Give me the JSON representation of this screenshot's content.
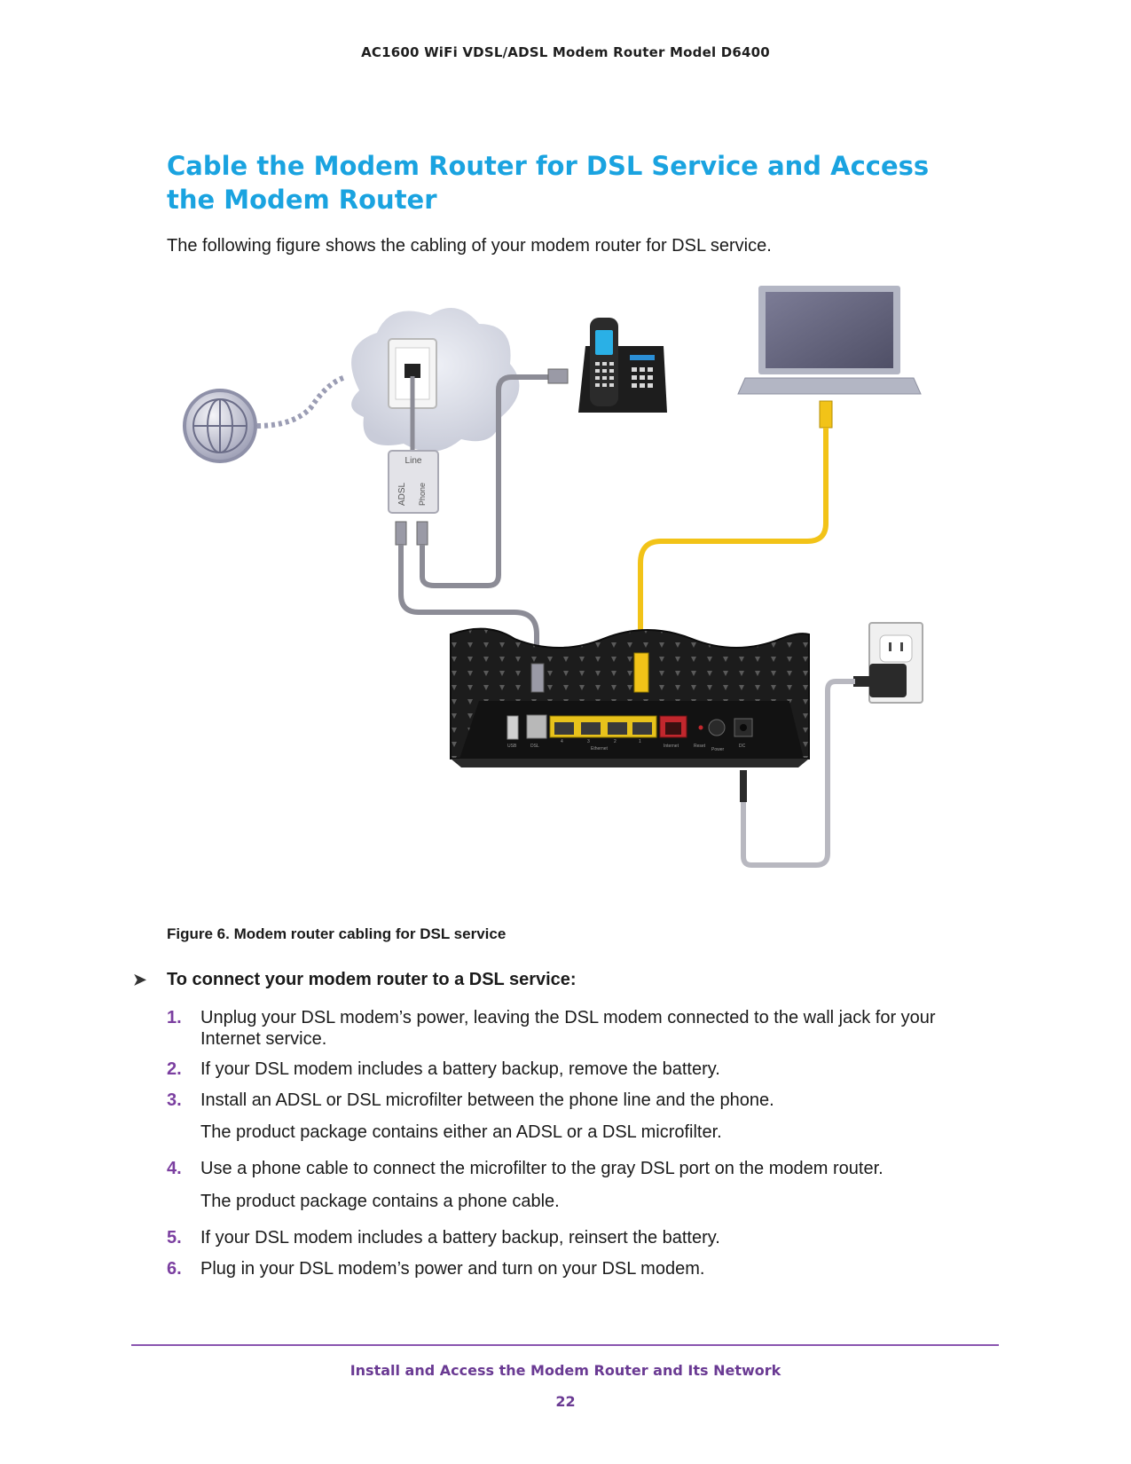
{
  "header": {
    "title": "AC1600 WiFi VDSL/ADSL Modem Router Model D6400"
  },
  "section": {
    "title": "Cable the Modem Router for DSL Service and Access the Modem Router",
    "intro": "The following figure shows the cabling of your modem router for DSL service."
  },
  "figure": {
    "caption": "Figure 6. Modem router cabling for DSL service",
    "labels": {
      "line": "Line",
      "adsl": "ADSL",
      "phone": "Phone",
      "usb": "USB",
      "dsl": "DSL",
      "ethernet": "Ethernet",
      "internet": "Internet",
      "reset": "Reset",
      "power": "Power",
      "dc": "DC",
      "p4": "4",
      "p3": "3",
      "p2": "2",
      "p1": "1"
    },
    "colors": {
      "yellow_cable": "#f2c318",
      "gray_cable": "#8c8c96",
      "router_body": "#1c1c1c",
      "internet_port": "#c1272d"
    }
  },
  "procedure": {
    "title": "To connect your modem router to a DSL service:",
    "steps": [
      {
        "num": "1.",
        "text": "Unplug your DSL modem’s power, leaving the DSL modem connected to the wall jack for your Internet service."
      },
      {
        "num": "2.",
        "text": "If your DSL modem includes a battery backup, remove the battery."
      },
      {
        "num": "3.",
        "text": "Install an ADSL or DSL microfilter between the phone line and the phone.",
        "note": "The product package contains either an ADSL or a DSL microfilter."
      },
      {
        "num": "4.",
        "text": "Use a phone cable to connect the microfilter to the gray DSL port on the modem router.",
        "note": "The product package contains a phone cable."
      },
      {
        "num": "5.",
        "text": "If your DSL modem includes a battery backup, reinsert the battery."
      },
      {
        "num": "6.",
        "text": "Plug in your DSL modem’s power and turn on your DSL modem."
      }
    ]
  },
  "footer": {
    "title": "Install and Access the Modem Router and Its Network",
    "page": "22"
  }
}
